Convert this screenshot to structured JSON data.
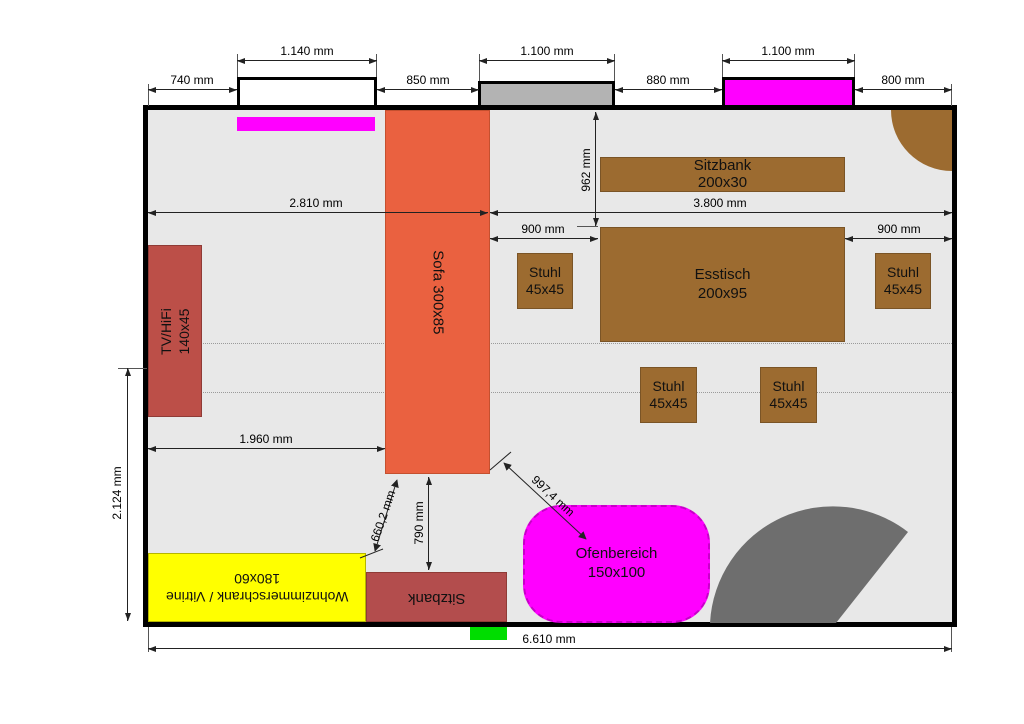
{
  "colors": {
    "floor": "#e8e8e8",
    "wall": "#000000",
    "sofa": "#ea6140",
    "tv_unit": "#bc4f48",
    "bench_bottom": "#b34d4d",
    "wood": "#9c6b30",
    "corner_curve": "#9c6b30",
    "cabinet_yellow": "#ffff00",
    "magenta": "#ff00ff",
    "window_gray": "#b3b3b3",
    "door_wedge_gray": "#6e6e6e",
    "threshold_green": "#00dd00"
  },
  "furniture": {
    "sofa": {
      "label": "Sofa 300x85"
    },
    "tv": {
      "line1": "TV/HiFi",
      "line2": "140x45"
    },
    "bench_top": {
      "line1": "Sitzbank",
      "line2": "200x30"
    },
    "dining_table": {
      "line1": "Esstisch",
      "line2": "200x95"
    },
    "chair": {
      "line1": "Stuhl",
      "line2": "45x45"
    },
    "cabinet": {
      "line1": "Wohnzimmerschrank / Vitrine",
      "line2": "180x60"
    },
    "bench_bottom": {
      "label": "Sitzbank"
    },
    "stove": {
      "line1": "Ofenbereich",
      "line2": "150x100"
    }
  },
  "dimensions": {
    "wall_left": "740 mm",
    "window1": "1.140 mm",
    "between_w1_w2": "850 mm",
    "window2": "1.100 mm",
    "between_w2_w3": "880 mm",
    "window3": "1.100 mm",
    "wall_right": "800 mm",
    "left_to_sofa": "2.810 mm",
    "sofa_to_right": "3.800 mm",
    "window_to_table": "962 mm",
    "sofa_to_table": "900 mm",
    "table_to_wall": "900 mm",
    "left_to_sofa_lower": "1.960 mm",
    "left_height": "2.124 mm",
    "sofa_to_cabinet": "660,2 mm",
    "sofa_to_bench": "790 mm",
    "sofa_to_stove": "997,4 mm",
    "total_width": "6.610 mm"
  }
}
